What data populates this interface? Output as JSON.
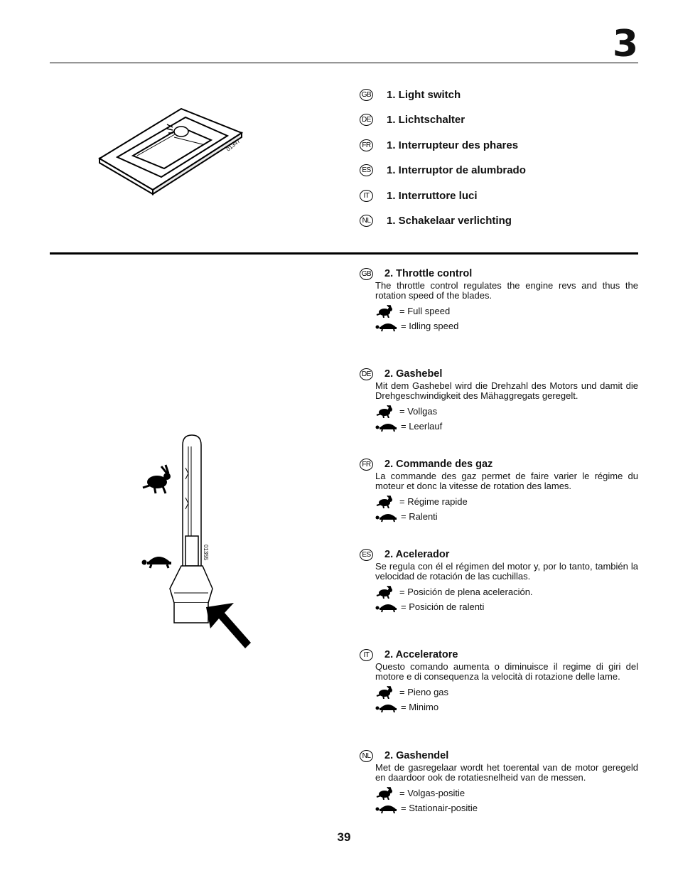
{
  "header": {
    "chapter": "3"
  },
  "switch_figure": {
    "code": "01347"
  },
  "lever_figure": {
    "code": "01355"
  },
  "section1": {
    "items": [
      {
        "lang": "GB",
        "label": "1. Light switch"
      },
      {
        "lang": "DE",
        "label": "1. Lichtschalter"
      },
      {
        "lang": "FR",
        "label": "1. Interrupteur des phares"
      },
      {
        "lang": "ES",
        "label": "1. Interruptor de alumbrado"
      },
      {
        "lang": "IT",
        "label": "1. Interruttore luci"
      },
      {
        "lang": "NL",
        "label": "1. Schakelaar verlichting"
      }
    ]
  },
  "section2": {
    "blocks": [
      {
        "lang": "GB",
        "title": "2. Throttle control",
        "desc": "The throttle control regulates the engine revs and thus the rotation speed of the blades.",
        "fast": "= Full speed",
        "slow": "= Idling speed"
      },
      {
        "lang": "DE",
        "title": "2. Gashebel",
        "desc": "Mit dem Gashebel wird die Drehzahl des Motors und damit die Drehgeschwindigkeit des Mähaggregats geregelt.",
        "fast": "= Vollgas",
        "slow": "= Leerlauf"
      },
      {
        "lang": "FR",
        "title": "2. Commande des gaz",
        "desc": "La commande des gaz permet de faire varier le régime du moteur et donc la vitesse de rotation des lames.",
        "fast": "= Régime rapide",
        "slow": "= Ralenti"
      },
      {
        "lang": "ES",
        "title": "2. Acelerador",
        "desc": "Se regula con él el régimen del motor y, por lo tanto, también la velocidad de rotación de las cuchillas.",
        "fast": "= Posición de plena aceleración.",
        "slow": "= Posición de ralenti"
      },
      {
        "lang": "IT",
        "title": "2. Acceleratore",
        "desc": "Questo comando aumenta o diminuisce il regime di giri del motore e di consequenza la velocità di rotazione delle lame.",
        "fast": "= Pieno gas",
        "slow": "= Minimo"
      },
      {
        "lang": "NL",
        "title": "2. Gashendel",
        "desc": "Met de gasregelaar wordt het toerental van de motor geregeld en daardoor ook de rotatiesnelheid van de messen.",
        "fast": "= Volgas-positie",
        "slow": "= Stationair-positie"
      }
    ]
  },
  "footer": {
    "page": "39"
  }
}
